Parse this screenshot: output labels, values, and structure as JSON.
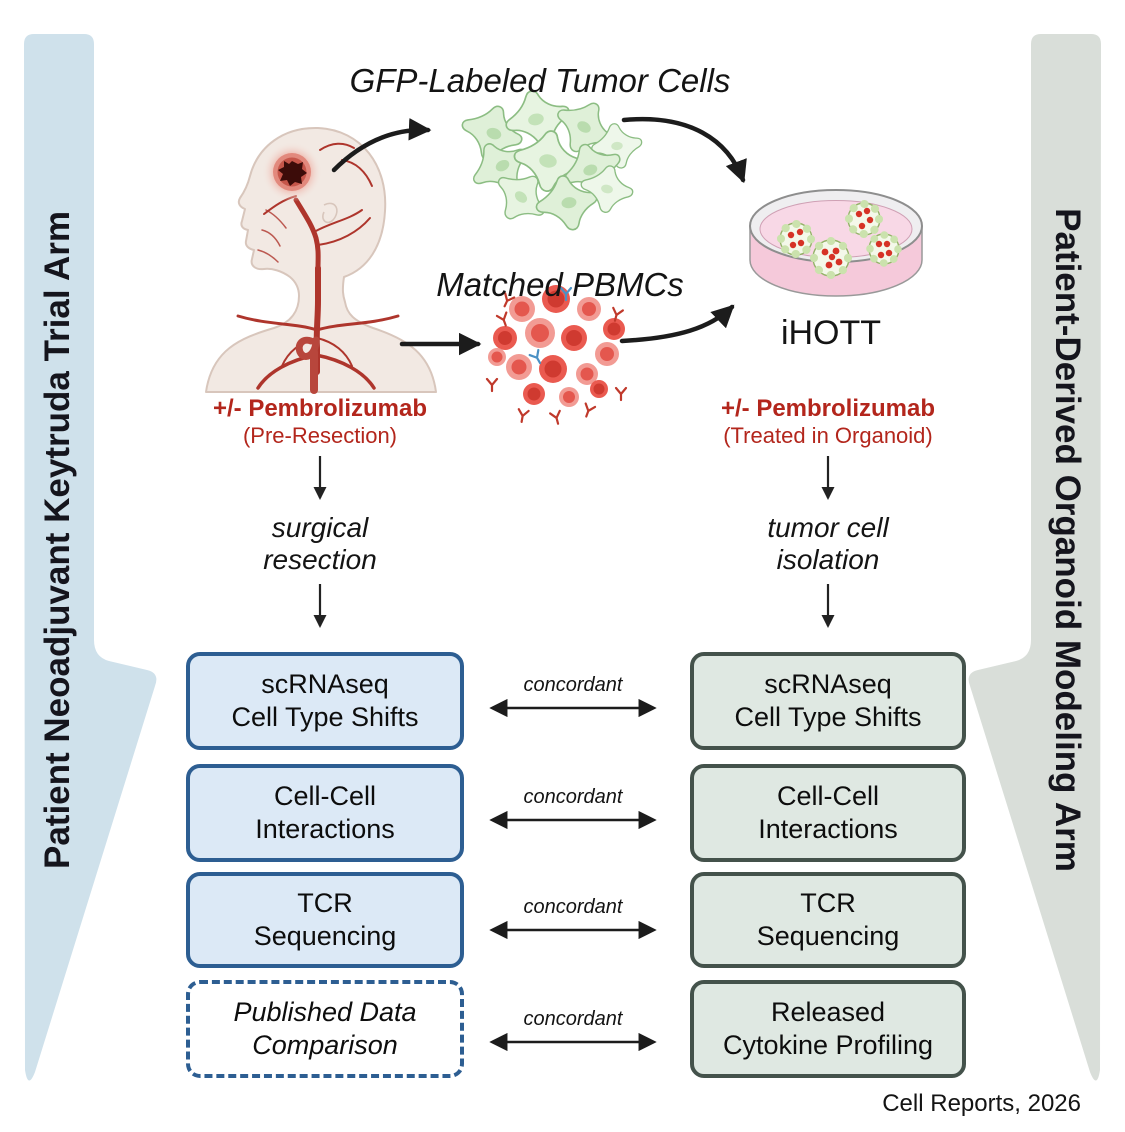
{
  "banners": {
    "left": {
      "label": "Patient Neoadjuvant Keytruda Trial Arm"
    },
    "right": {
      "label": "Patient-Derived Organoid Modeling Arm"
    }
  },
  "workflow": {
    "tumor_cells_label": "GFP-Labeled Tumor Cells",
    "pbmcs_label": "Matched PBMCs",
    "dish_label": "iHOTT",
    "left_treatment_line1": "+/- Pembrolizumab",
    "left_treatment_line2": "(Pre-Resection)",
    "right_treatment_line1": "+/- Pembrolizumab",
    "right_treatment_line2": "(Treated in Organoid)",
    "left_step_line1": "surgical",
    "left_step_line2": "resection",
    "right_step_line1": "tumor cell",
    "right_step_line2": "isolation"
  },
  "comparison": {
    "rows": [
      {
        "connector": "concordant",
        "left_line1": "scRNAseq",
        "left_line2": "Cell Type Shifts",
        "right_line1": "scRNAseq",
        "right_line2": "Cell Type Shifts"
      },
      {
        "connector": "concordant",
        "left_line1": "Cell-Cell",
        "left_line2": "Interactions",
        "right_line1": "Cell-Cell",
        "right_line2": "Interactions"
      },
      {
        "connector": "concordant",
        "left_line1": "TCR",
        "left_line2": "Sequencing",
        "right_line1": "TCR",
        "right_line2": "Sequencing"
      },
      {
        "connector": "concordant",
        "left_line1": "Published Data",
        "left_line2": "Comparison",
        "right_line1": "Released",
        "right_line2": "Cytokine Profiling"
      }
    ]
  },
  "footer": {
    "credit": "Cell Reports, 2026"
  },
  "colors": {
    "left_banner": "#cfe1eb",
    "right_banner": "#d9ded9",
    "blue_box_fill": "#dce9f6",
    "blue_box_border": "#2d5e92",
    "green_box_fill": "#dfe8e2",
    "green_box_border": "#44524b",
    "treatment_red": "#b3261c",
    "arrow_black": "#1c1c1c"
  }
}
